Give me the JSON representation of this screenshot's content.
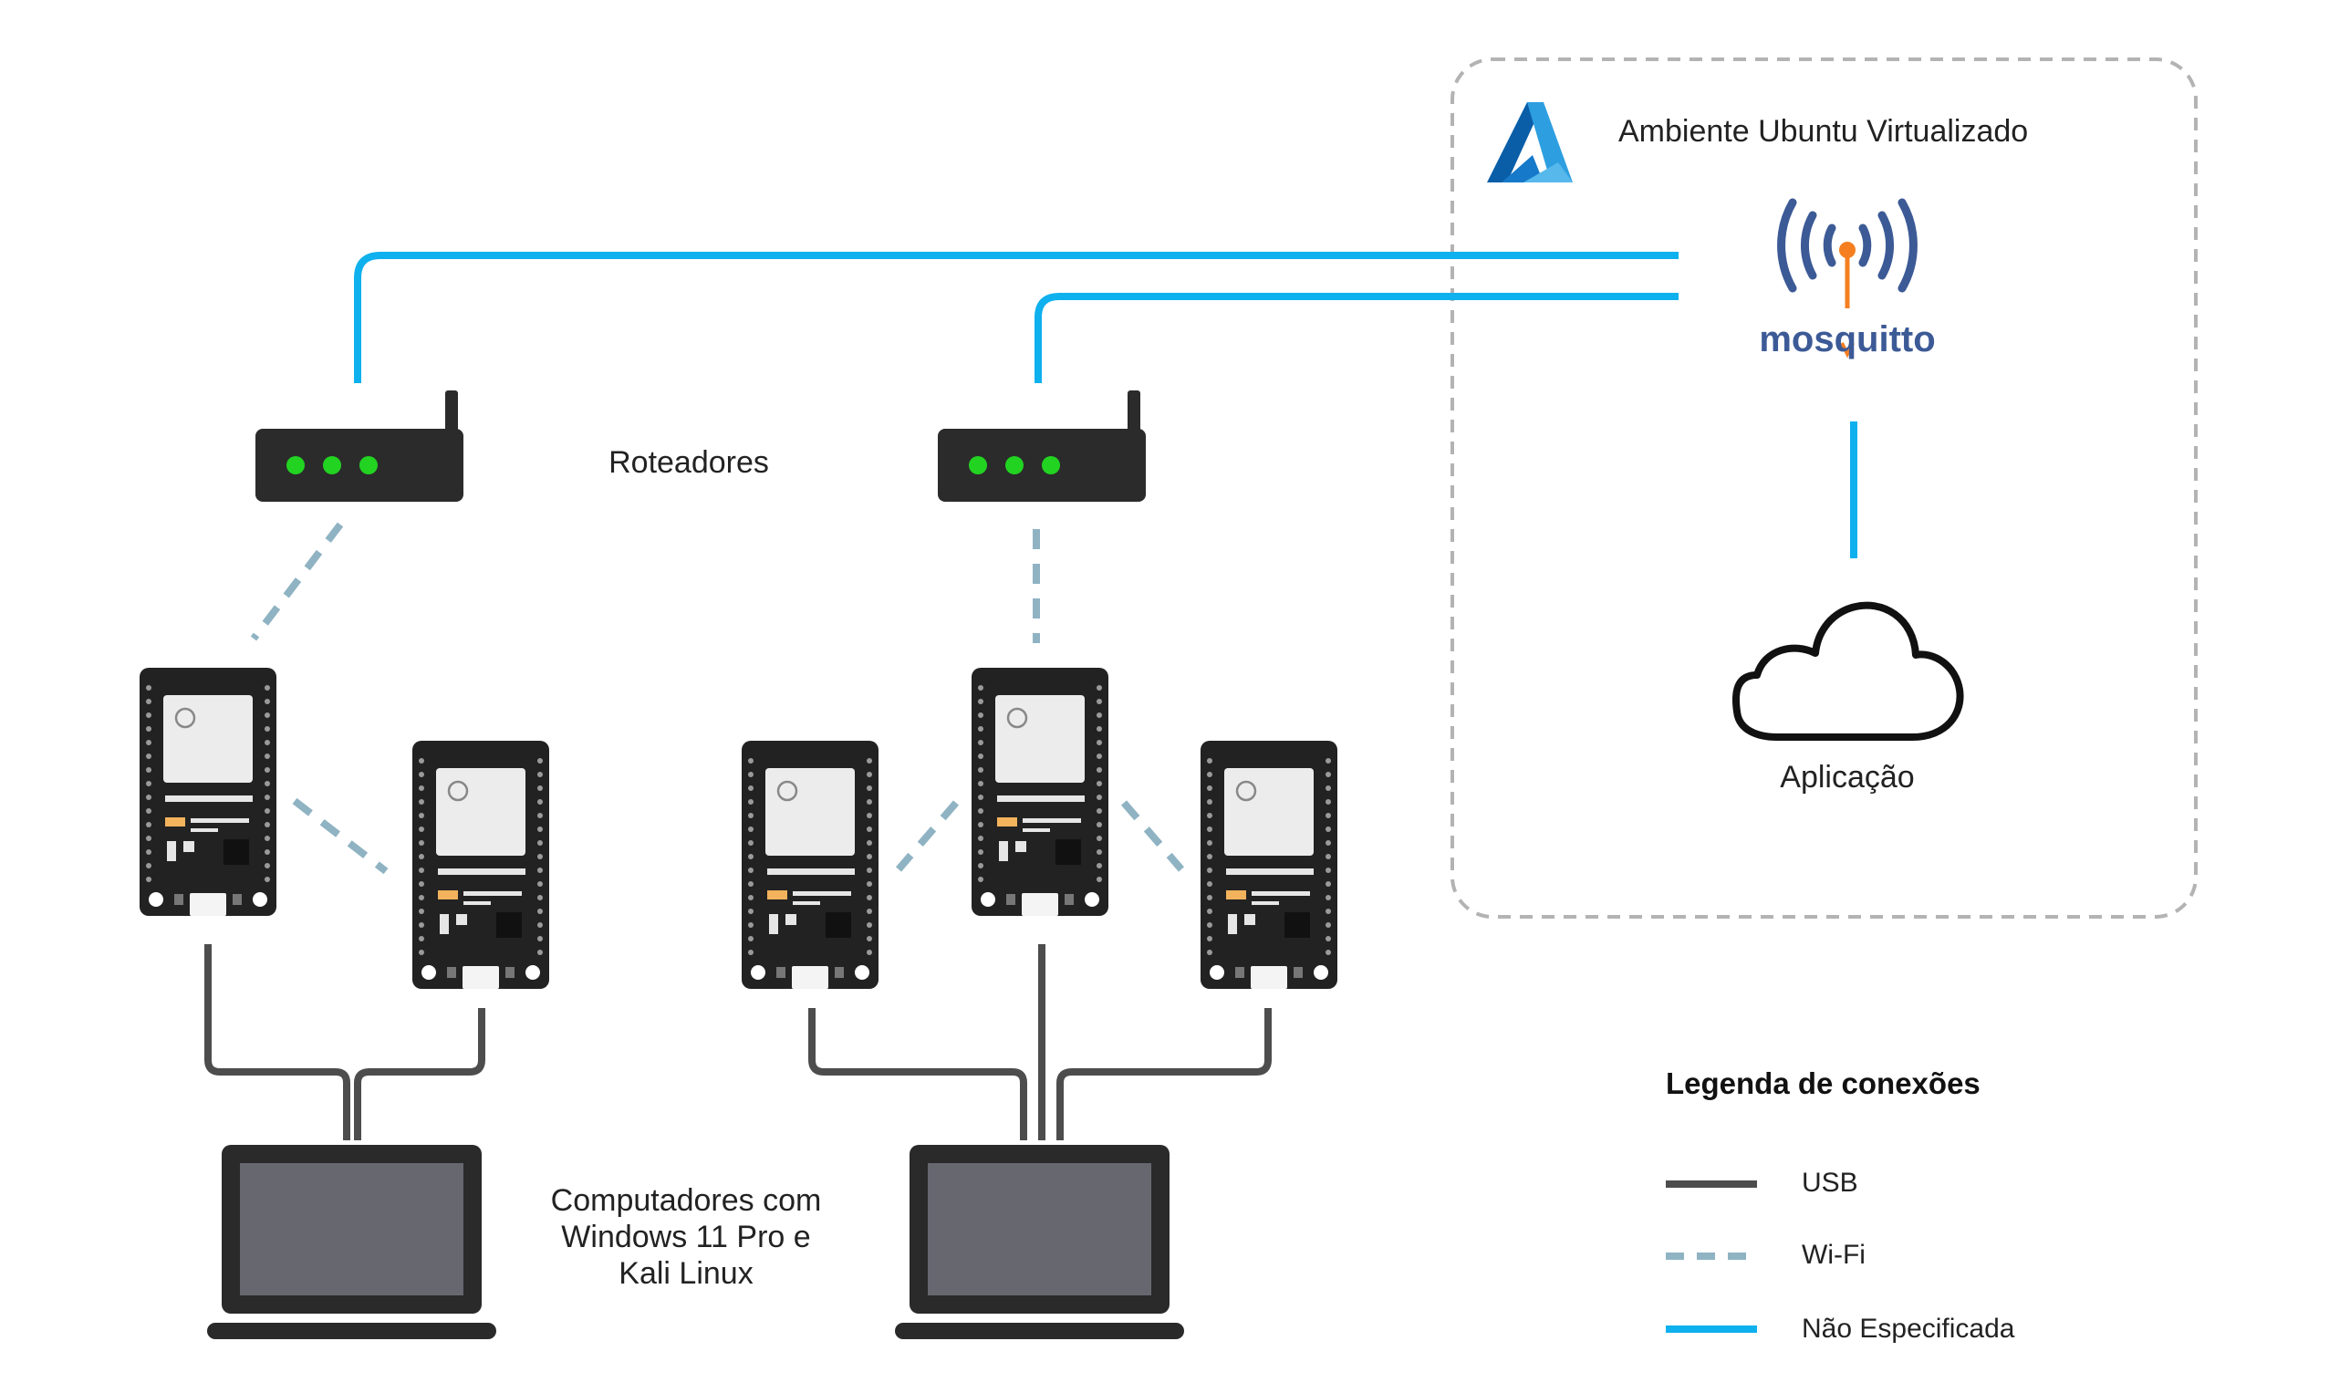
{
  "labels": {
    "environment": "Ambiente Ubuntu Virtualizado",
    "mosquitto": "mosquitto",
    "routers": "Roteadores",
    "application": "Aplicação",
    "computers": [
      "Computadores com",
      "Windows 11 Pro e",
      "Kali Linux"
    ]
  },
  "legend": {
    "title": "Legenda de conexões",
    "items": [
      {
        "label": "USB",
        "style": "solid",
        "color": "#4d4d4d"
      },
      {
        "label": "Wi-Fi",
        "style": "dashed",
        "color": "#8fb3c3"
      },
      {
        "label": "Não Especificada",
        "style": "solid",
        "color": "#0fb0ee"
      }
    ]
  },
  "colors": {
    "usb": "#4d4d4d",
    "wifi": "#8fb3c3",
    "unspecified": "#0fb0ee",
    "router_led": "#22d322",
    "board": "#222222",
    "mosquitto_blue": "#3c5a96",
    "mosquitto_orange": "#f57f20",
    "azure_blue": "#0078d4"
  },
  "icons": {
    "environment": "azure-logo-icon",
    "broker": "mosquitto-logo-icon",
    "application": "cloud-icon",
    "router": "router-icon",
    "board": "esp32-board-icon",
    "computer": "laptop-icon"
  }
}
